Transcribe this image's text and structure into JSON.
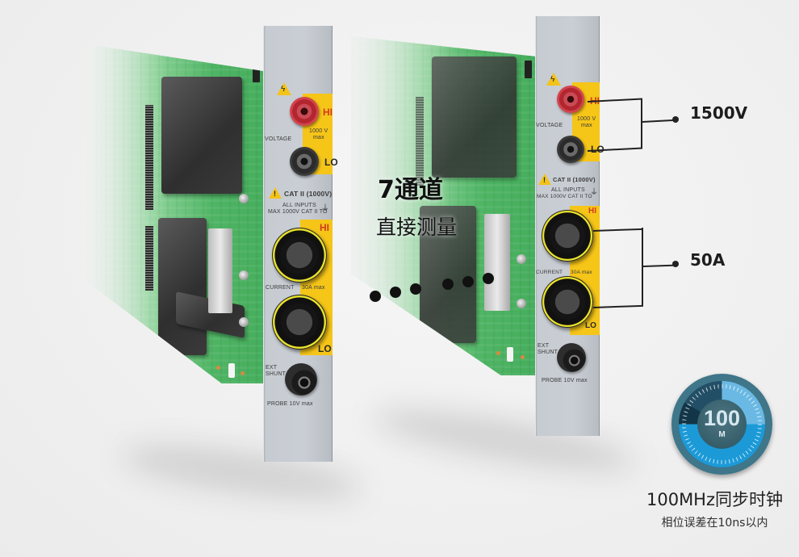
{
  "module": {
    "voltage_label": "VOLTAGE",
    "voltage_rating": "1000 V",
    "voltage_rating_unit": "max",
    "hi_label": "HI",
    "lo_label": "LO",
    "cat_warning": "CAT II (1000V)",
    "all_inputs_line1": "ALL INPUTS",
    "all_inputs_line2": "MAX 1000V CAT II TO",
    "current_label": "CURRENT",
    "current_rating": "30A max",
    "ext_shunt_line1": "EXT",
    "ext_shunt_line2": "SHUNT",
    "probe_label": "PROBE 10V max"
  },
  "headline": {
    "channels": "7通道",
    "direct_measure": "直接测量"
  },
  "callouts": {
    "voltage": "1500V",
    "current": "50A"
  },
  "clock_badge": {
    "value": "100",
    "unit": "M",
    "title": "100MHz同步时钟",
    "subtitle": "相位误差在10ns以内"
  },
  "colors": {
    "panel_yellow": "#f5c518",
    "hi_red": "#d43a1c",
    "pcb_green": "#4fb565",
    "clock_blue": "#1c9ad8"
  }
}
